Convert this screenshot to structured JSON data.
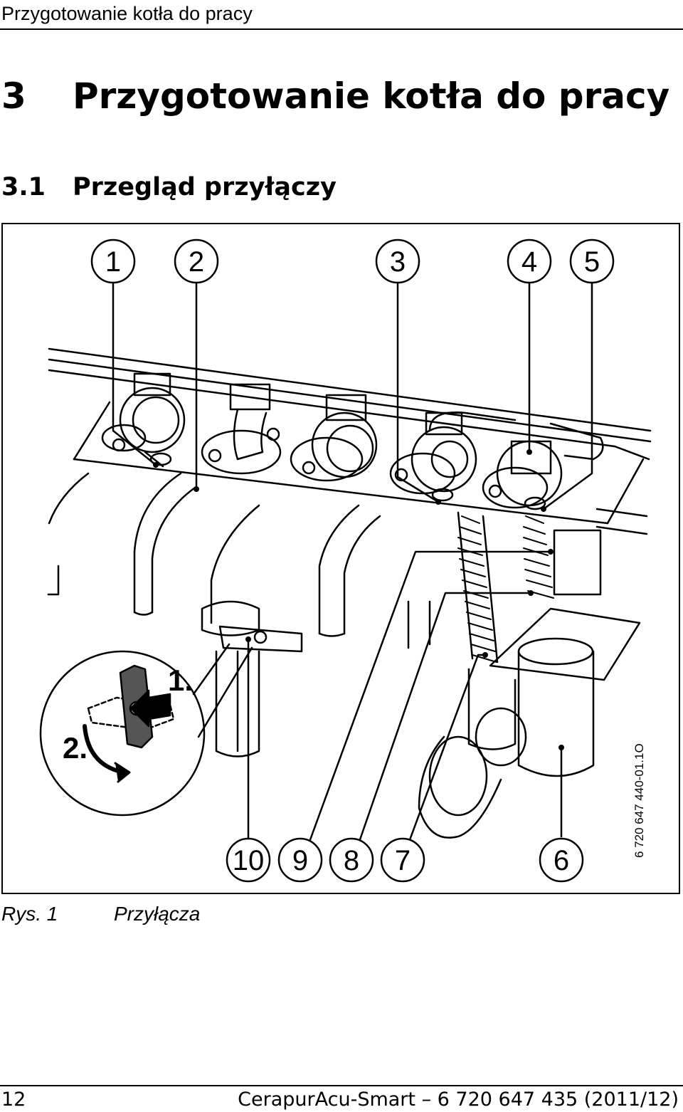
{
  "running_head": "Przygotowanie kotła do pracy",
  "chapter": {
    "number": "3",
    "title": "Przygotowanie kotła do pracy"
  },
  "section": {
    "number": "3.1",
    "title": "Przegląd przyłączy"
  },
  "figure": {
    "callouts_top": [
      "1",
      "2",
      "3",
      "4",
      "5"
    ],
    "callouts_bottom": [
      "10",
      "9",
      "8",
      "7",
      "6"
    ],
    "inset_steps": [
      "1.",
      "2."
    ],
    "ref_code": "6 720 647 440-01.1O"
  },
  "caption": {
    "label": "Rys. 1",
    "text": "Przyłącza"
  },
  "footer": {
    "page": "12",
    "title": "CerapurAcu-Smart – 6 720 647 435 (2011/12)"
  }
}
